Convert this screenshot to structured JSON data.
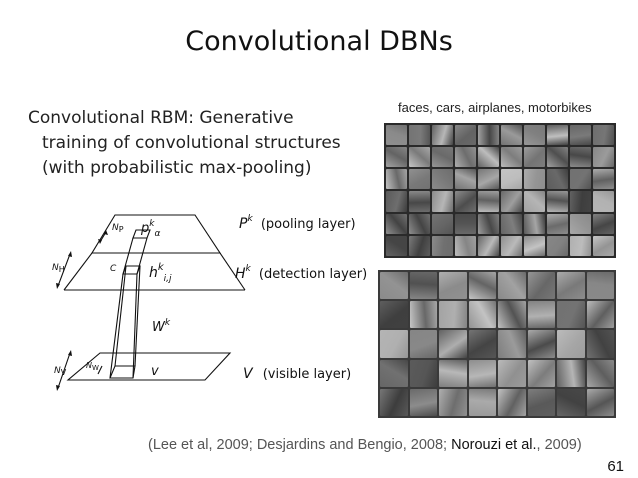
{
  "slide": {
    "title": "Convolutional DBNs",
    "bullet_line1": "Convolutional RBM:  Generative",
    "bullet_line2": "training of convolutional structures",
    "bullet_line3": "(with probabilistic max-pooling)",
    "page_number": "61"
  },
  "diagram": {
    "np": "N",
    "np_sub": "P",
    "pk": "p",
    "pk_sup": "k",
    "pk_sub": "α",
    "nh": "N",
    "nh_sub": "H",
    "c": "C",
    "hk": "h",
    "hk_sup": "k",
    "hk_sub": "i,j",
    "wk": "W",
    "wk_sup": "k",
    "nv": "N",
    "nv_sub": "V",
    "nw": "N",
    "nw_sub": "W",
    "v": "v",
    "Pk": "P",
    "Pk_sup": "k",
    "Pk_desc": "(pooling layer)",
    "Hk": "H",
    "Hk_sup": "k",
    "Hk_desc": "(detection layer)",
    "V": "V",
    "V_desc": "(visible layer)"
  },
  "images": {
    "caption": "faces, cars, airplanes, motorbikes"
  },
  "citation": {
    "part1": "(Lee et al, 2009; Desjardins and Bengio, 2008; ",
    "part2": "Norouzi et al.",
    "part3": ", 2009)"
  }
}
